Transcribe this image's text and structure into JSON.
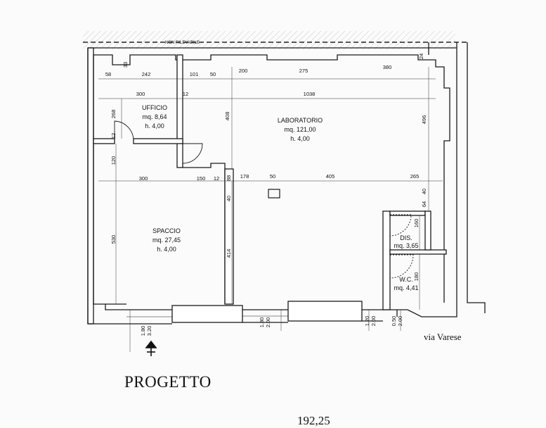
{
  "plan_title": "PROGETTO",
  "street_label": "via Varese",
  "bottom_partial_text": "192,25",
  "header_note": "NON RILEVABILE",
  "rooms": {
    "ufficio": {
      "name": "UFFICIO",
      "area": "mq. 8,64",
      "height": "h. 4,00"
    },
    "laboratorio": {
      "name": "LABORATORIO",
      "area": "mq. 121,00",
      "height": "h. 4,00"
    },
    "spaccio": {
      "name": "SPACCIO",
      "area": "mq. 27,45",
      "height": "h. 4,00"
    },
    "dis": {
      "name": "DIS.",
      "area": "mq. 3,65"
    },
    "wc": {
      "name": "W.C.",
      "area": "mq. 4,41"
    }
  },
  "dimensions": {
    "top_row": [
      "58",
      "242",
      "101",
      "50",
      "200",
      "275",
      "380"
    ],
    "d_33": "33",
    "d_300_top": "300",
    "d_12_a": "12",
    "d_1038": "1038",
    "d_268": "268",
    "d_12_b": "12",
    "d_408": "408",
    "d_496": "496",
    "d_120": "120",
    "d_mid_row": [
      "300",
      "150",
      "12",
      "88",
      "178",
      "50",
      "405",
      "265"
    ],
    "d_40_a": "40",
    "d_64": "64",
    "d_40_b": "40",
    "d_530": "530",
    "d_414": "414",
    "d_160": "160",
    "d_180": "180",
    "d_24": "24"
  },
  "openings": {
    "a1": "1.80",
    "a2": "3.20",
    "b1": "1.80",
    "b2": "2.00",
    "c1": "1.20",
    "c2": "2.00",
    "d1": "0.50",
    "d2": "2.00"
  },
  "colors": {
    "line": "#1a1a1a",
    "paper": "#fbfbfb",
    "hatch": "#555555"
  }
}
